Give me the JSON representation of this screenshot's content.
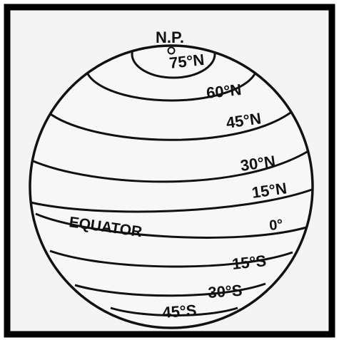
{
  "diagram": {
    "labels": {
      "north_pole": "N.P.",
      "lat_75n": "75°N",
      "lat_60n": "60°N",
      "lat_45n": "45°N",
      "lat_30n": "30°N",
      "lat_15n": "15°N",
      "equator": "EQUATOR",
      "lat_0": "0°",
      "lat_15s": "15°S",
      "lat_30s": "30°S",
      "lat_45s": "45°S"
    },
    "colors": {
      "ink": "#111111",
      "paper": "#f4f4f4",
      "frame": "#000000"
    }
  }
}
